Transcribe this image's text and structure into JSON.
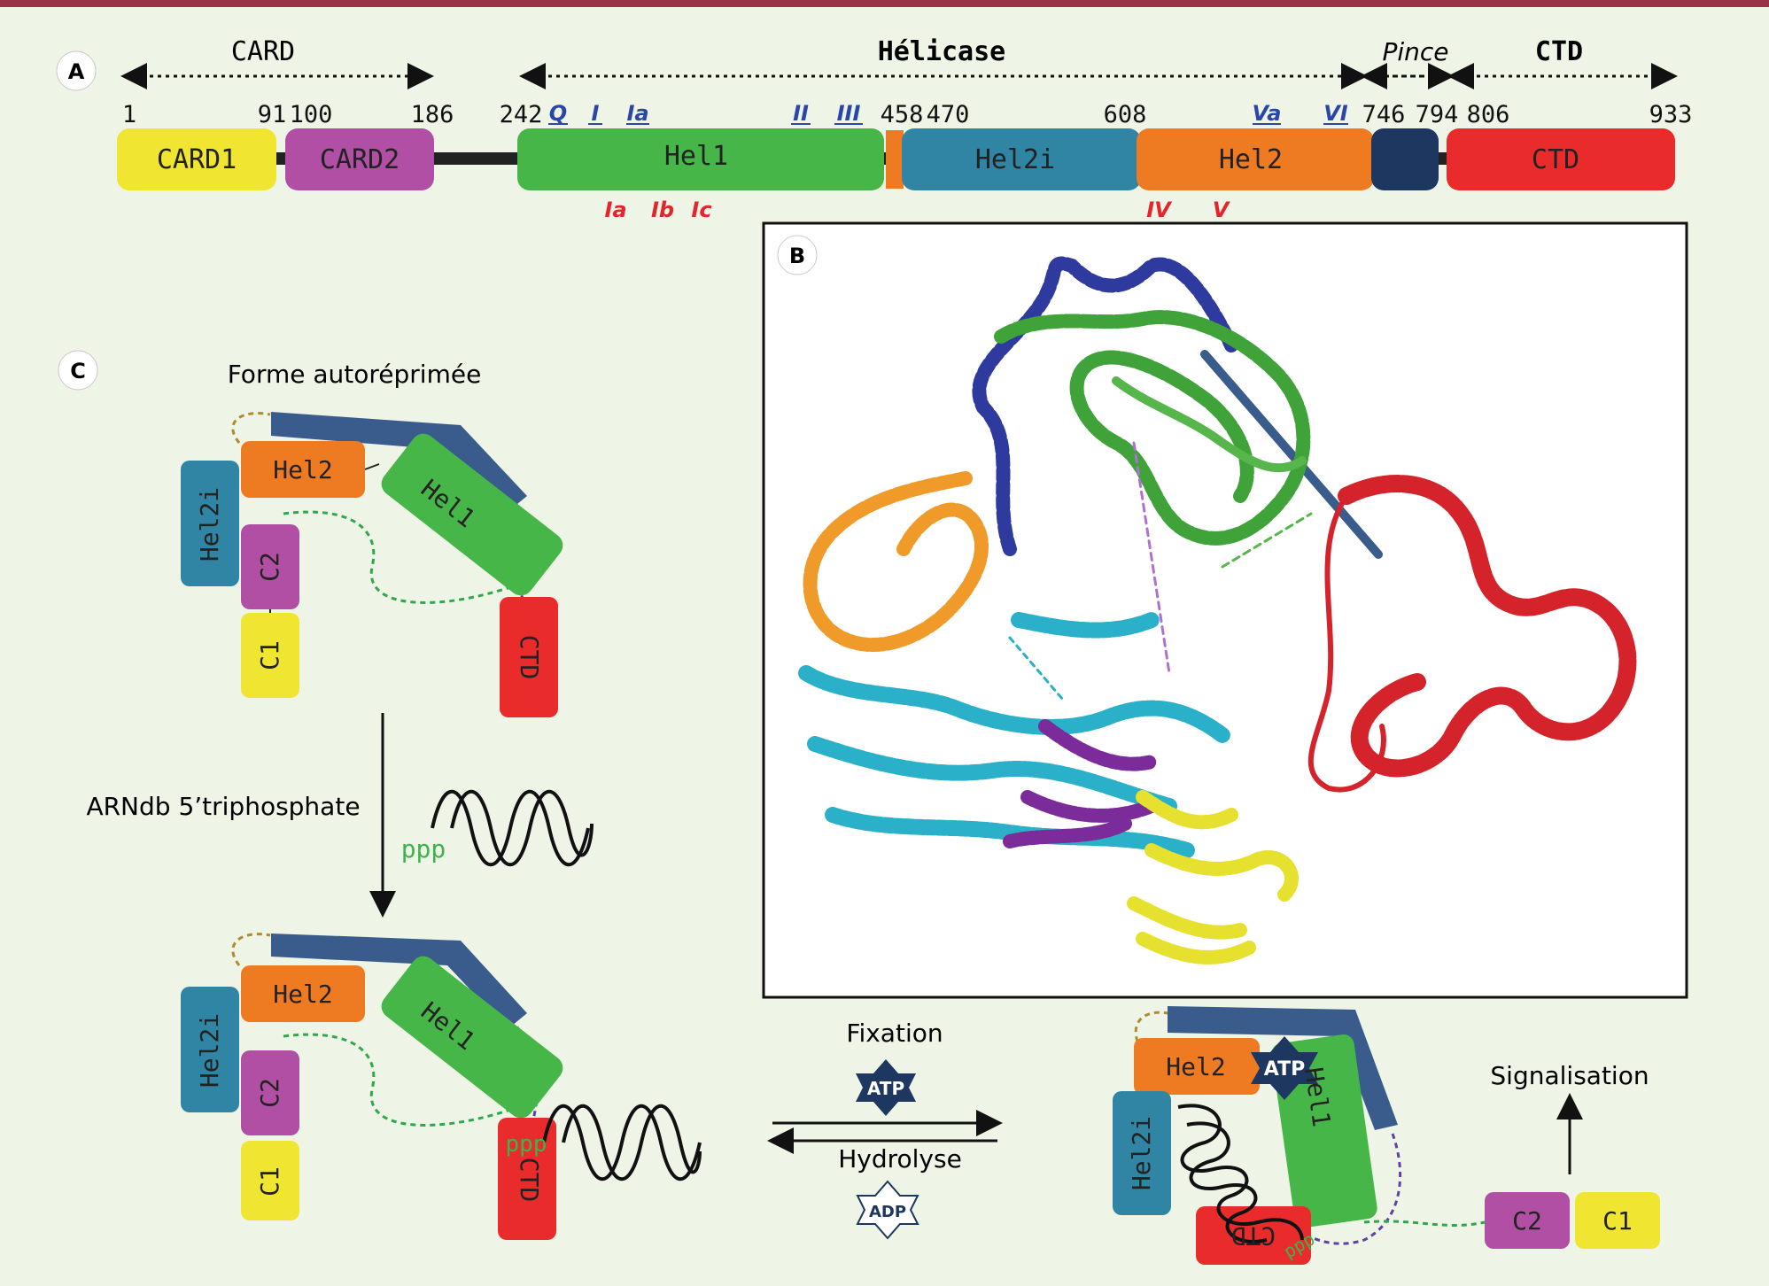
{
  "panel_labels": {
    "a": "A",
    "b": "B",
    "c": "C"
  },
  "panel_a": {
    "regions": {
      "card": "CARD",
      "helicase": "Hélicase",
      "pince": "Pince",
      "ctd": "CTD"
    },
    "positions": [
      "1",
      "91",
      "100",
      "186",
      "242",
      "458",
      "470",
      "608",
      "746",
      "794",
      "806",
      "933"
    ],
    "domains": {
      "card1": "CARD1",
      "card2": "CARD2",
      "hel1": "Hel1",
      "hel2i": "Hel2i",
      "hel2": "Hel2",
      "ctd": "CTD"
    },
    "motifs_top": [
      "Q",
      "I",
      "Ia",
      "II",
      "III",
      "Va",
      "VI"
    ],
    "motifs_bottom": [
      "Ia",
      "Ib",
      "Ic",
      "IV",
      "V"
    ]
  },
  "panel_c": {
    "title": "Forme autoréprimée",
    "rna_label": "ARNdb 5’triphosphate",
    "ppp": "ppp",
    "fixation": "Fixation",
    "hydrolyse": "Hydrolyse",
    "atp": "ATP",
    "adp": "ADP",
    "signalisation": "Signalisation",
    "domains": {
      "hel2": "Hel2",
      "hel1": "Hel1",
      "hel2i": "Hel2i",
      "c2": "C2",
      "c1": "C1",
      "ctd": "CTD"
    }
  },
  "colors": {
    "card1": "#f0e631",
    "card2": "#b04fa3",
    "hel1": "#46b648",
    "hel2i": "#2f85a3",
    "hel2": "#ee7a22",
    "pince": "#1d3760",
    "ctd": "#ea2b2b",
    "motif_top": "#2a46a8",
    "motif_bottom": "#e3262e",
    "ppp": "#3cb44b",
    "frame": "#9b3348"
  }
}
